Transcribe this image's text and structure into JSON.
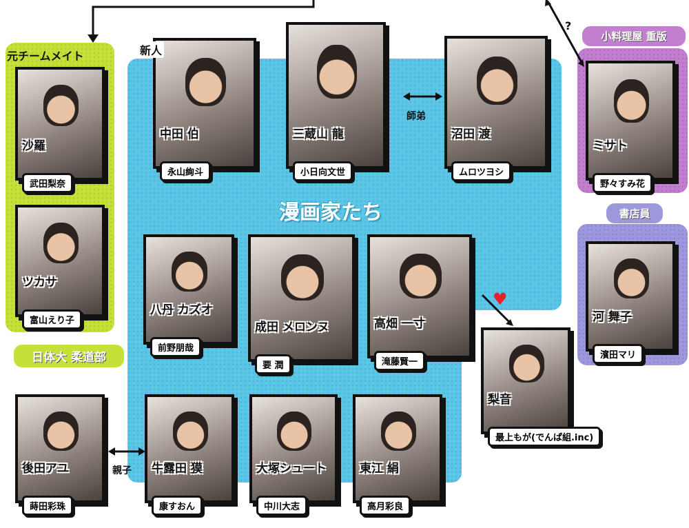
{
  "groups": {
    "former_teammates": "元チームメイト",
    "judo_club": "日体大 柔道部",
    "newcomer": "新人",
    "manga_artists": "漫画家たち",
    "restaurant": "小料理屋 重版",
    "bookstore": "書店員"
  },
  "relations": {
    "mentor": "師弟",
    "parent_child": "親子",
    "question": "?",
    "heart": "♥"
  },
  "colors": {
    "green": "#c6e03a",
    "blue": "#5cc6e6",
    "purple": "#c27fd0",
    "lavender": "#9d97dc",
    "heart": "#e8202a"
  },
  "characters": [
    {
      "name": "沙羅",
      "actor": "武田梨奈"
    },
    {
      "name": "ツカサ",
      "actor": "富山えり子"
    },
    {
      "name": "中田 伯",
      "actor": "永山絢斗"
    },
    {
      "name": "三蔵山 龍",
      "actor": "小日向文世"
    },
    {
      "name": "沼田 渡",
      "actor": "ムロツヨシ"
    },
    {
      "name": "ミサト",
      "actor": "野々すみ花"
    },
    {
      "name": "河 舞子",
      "actor": "濱田マリ"
    },
    {
      "name": "八丹 カズオ",
      "actor": "前野朋哉"
    },
    {
      "name": "成田 メロンヌ",
      "actor": "要 潤"
    },
    {
      "name": "高畑 一寸",
      "actor": "滝藤賢一"
    },
    {
      "name": "梨音",
      "actor": "最上もが(でんぱ組.inc)"
    },
    {
      "name": "後田アユ",
      "actor": "蒔田彩珠"
    },
    {
      "name": "牛露田 獏",
      "actor": "康すおん"
    },
    {
      "name": "大塚シュート",
      "actor": "中川大志"
    },
    {
      "name": "東江 絹",
      "actor": "高月彩良"
    }
  ]
}
